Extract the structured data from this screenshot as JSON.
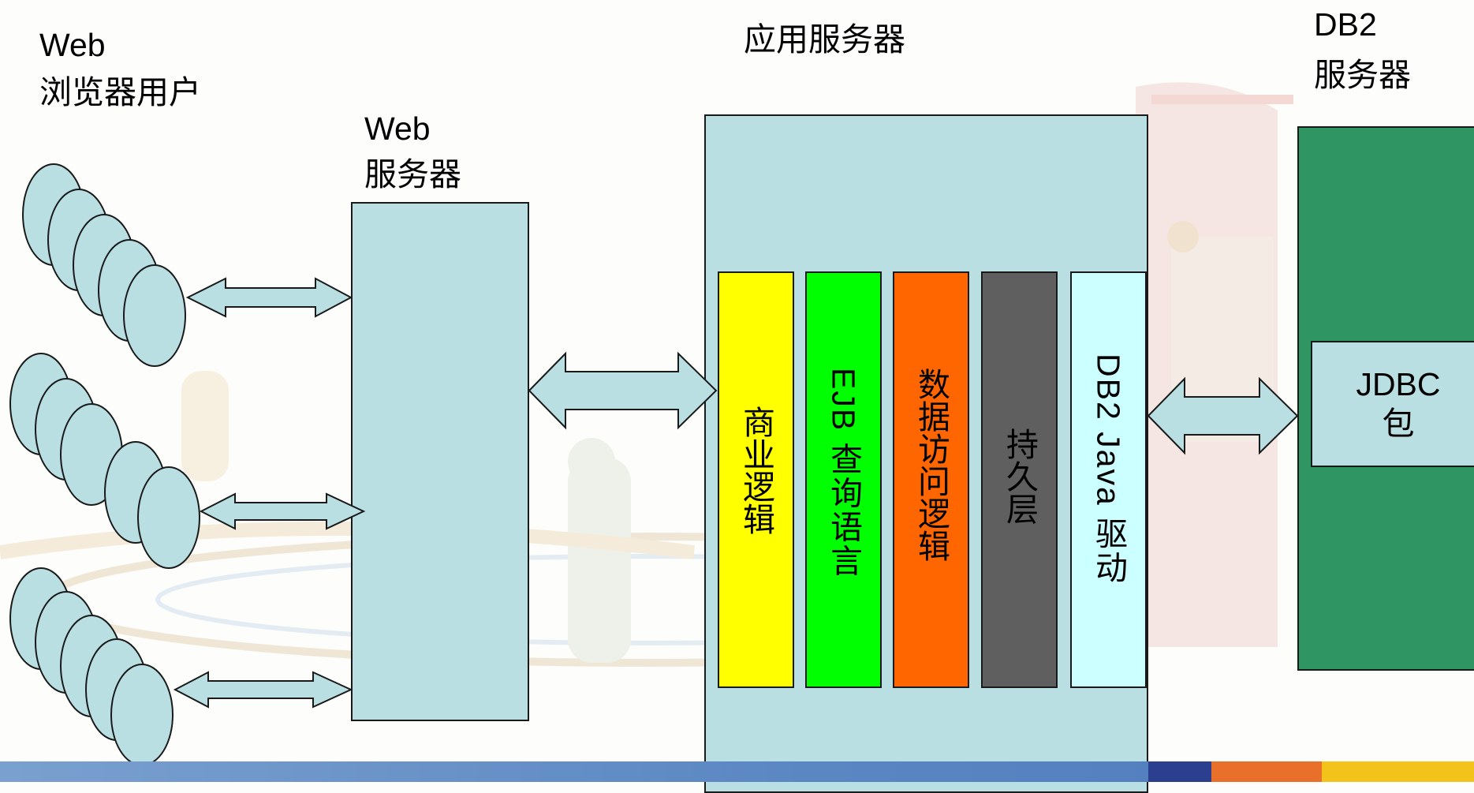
{
  "labels": {
    "web_users": {
      "line1": "Web",
      "line2": "浏览器用户"
    },
    "web_server": {
      "line1": "Web",
      "line2": "服务器"
    },
    "app_server": "应用服务器",
    "db2_server": {
      "line1": "DB2",
      "line2": "服务器"
    }
  },
  "app_layers": [
    {
      "label": "商业逻辑",
      "color": "#ffff00"
    },
    {
      "label": "EJB 查询语言",
      "color": "#00ff00"
    },
    {
      "label": "数据访问逻辑",
      "color": "#ff6600"
    },
    {
      "label": "持久层",
      "color": "#5f5f5f"
    },
    {
      "label": "DB2 Java  驱动",
      "color": "#ccffff"
    }
  ],
  "jdbc": {
    "line1": "JDBC",
    "line2": "包"
  },
  "colors": {
    "server_fill": "#b9dfe3",
    "db_fill": "#2f9563",
    "user_fill": "#b9dfe3",
    "arrow_fill": "#b9dfe3"
  }
}
